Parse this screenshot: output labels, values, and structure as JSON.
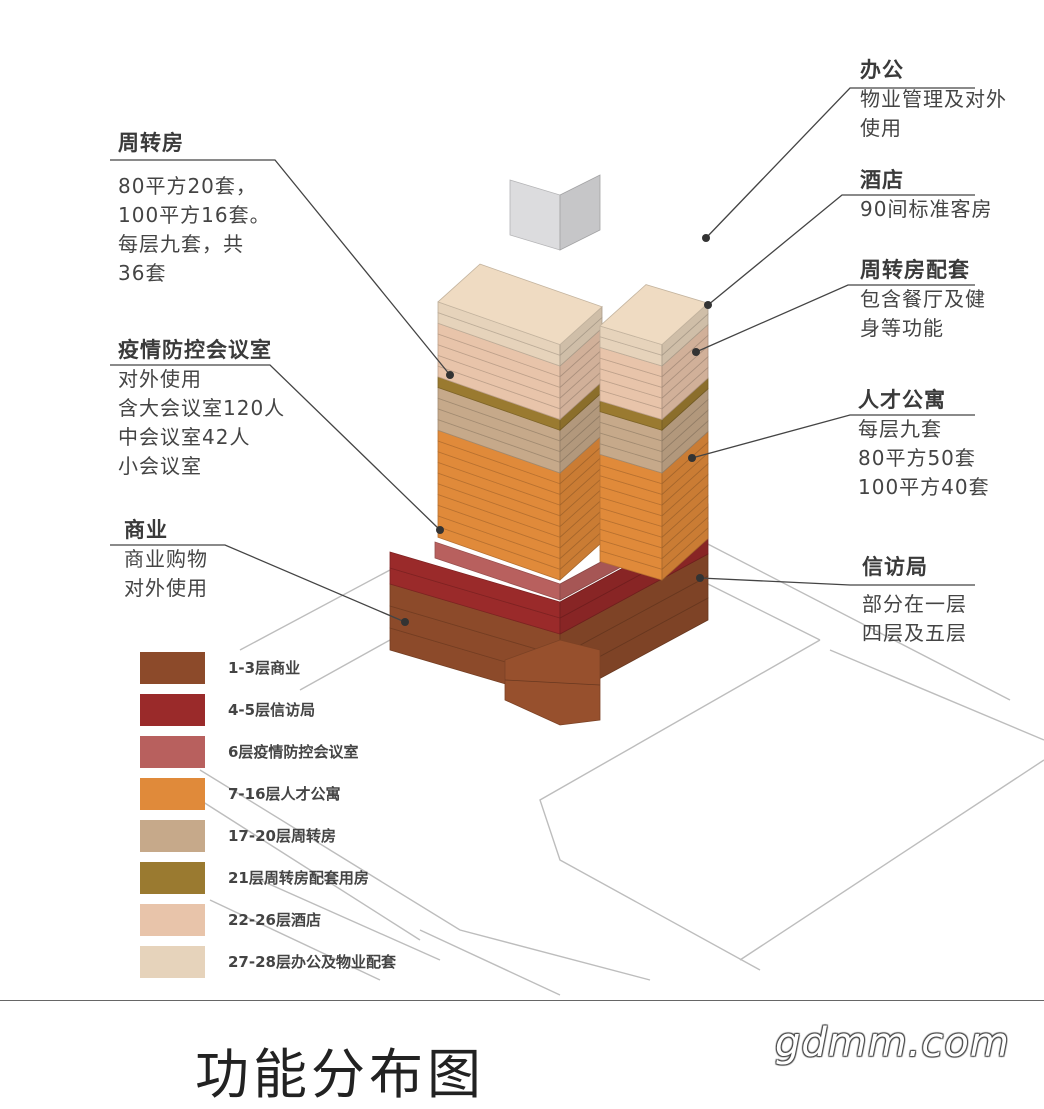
{
  "colors": {
    "commercial": "#8c4a2a",
    "petition": "#9a2a2a",
    "meeting": "#b8605e",
    "talent": "#e08a3a",
    "turnover": "#c6a98a",
    "turnover_support": "#9a7a30",
    "hotel": "#e8c4aa",
    "office": "#e6d3bb",
    "core": "#dcdcde"
  },
  "callouts": {
    "turnover": {
      "head": "周转房",
      "lines": [
        "80平方20套，",
        "100平方16套。",
        "每层九套，共",
        "36套"
      ]
    },
    "meeting": {
      "head": "疫情防控会议室",
      "lines": [
        "对外使用",
        "含大会议室120人",
        "中会议室42人",
        "小会议室"
      ]
    },
    "commercial": {
      "head": "商业",
      "lines": [
        "商业购物",
        "对外使用"
      ]
    },
    "office": {
      "head": "办公",
      "lines": [
        "物业管理及对外",
        "使用"
      ]
    },
    "hotel": {
      "head": "酒店",
      "lines": [
        "90间标准客房"
      ]
    },
    "support": {
      "head": "周转房配套",
      "lines": [
        "包含餐厅及健",
        "身等功能"
      ]
    },
    "talent": {
      "head": "人才公寓",
      "lines": [
        "每层九套",
        "80平方50套",
        "100平方40套"
      ]
    },
    "petition": {
      "head": "信访局",
      "lines": [
        "部分在一层",
        "四层及五层"
      ]
    }
  },
  "legend": [
    {
      "label": "1-3层商业",
      "color": "#8c4a2a"
    },
    {
      "label": "4-5层信访局",
      "color": "#9a2a2a"
    },
    {
      "label": "6层疫情防控会议室",
      "color": "#b8605e"
    },
    {
      "label": "7-16层人才公寓",
      "color": "#e08a3a"
    },
    {
      "label": "17-20层周转房",
      "color": "#c6a98a"
    },
    {
      "label": "21层周转房配套用房",
      "color": "#9a7a30"
    },
    {
      "label": "22-26层酒店",
      "color": "#e8c4aa"
    },
    {
      "label": "27-28层办公及物业配套",
      "color": "#e6d3bb"
    }
  ],
  "title": "功能分布图",
  "watermark": "gdmm.com"
}
